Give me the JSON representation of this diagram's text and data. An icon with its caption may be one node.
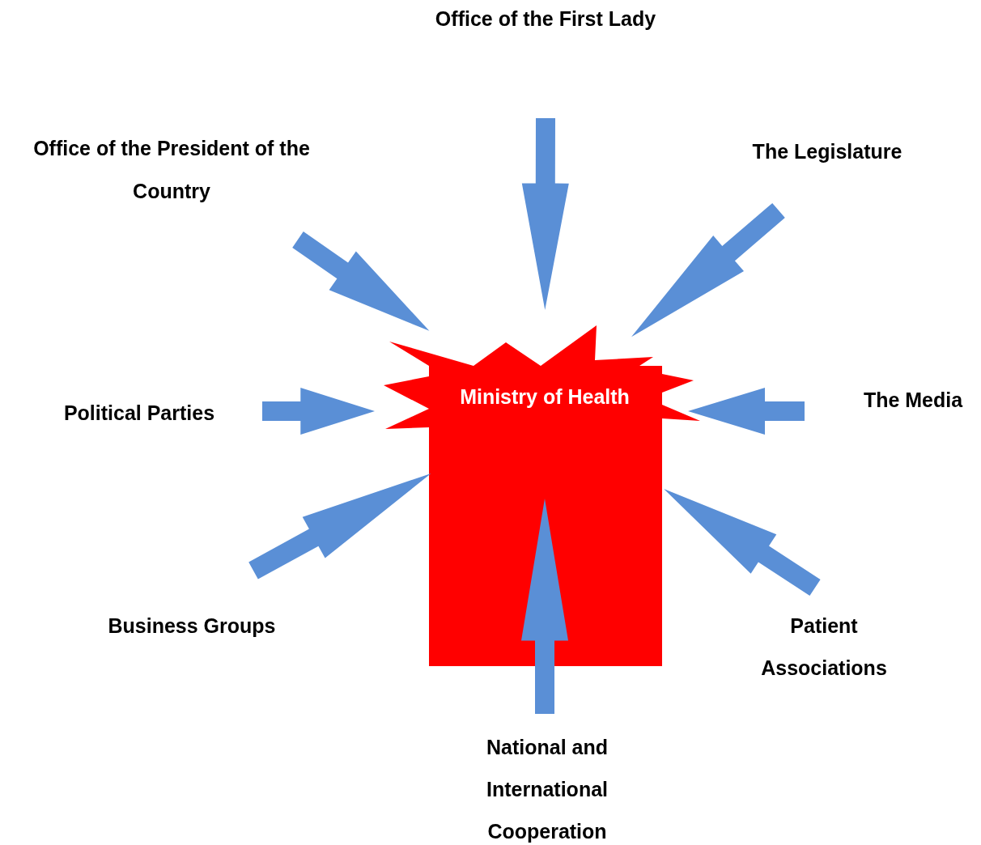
{
  "diagram": {
    "nodes": [
      {
        "text": [
          "Ministry of Health"
        ]
      },
      {
        "text": [
          "Office of the First Lady"
        ]
      },
      {
        "text": [
          "Office of the President of the Country"
        ]
      },
      {
        "text": [
          "The Legislature"
        ]
      },
      {
        "text": [
          "Political Parties"
        ]
      },
      {
        "text": [
          "The Media"
        ]
      },
      {
        "text": [
          "Business Groups"
        ]
      },
      {
        "text": [
          "Patient Associations"
        ]
      },
      {
        "text": [
          "National and International Cooperation"
        ]
      }
    ],
    "edges": [
      {
        "from": 1,
        "to": 0,
        "arrow": "to"
      },
      {
        "from": 2,
        "to": 0,
        "arrow": "to"
      },
      {
        "from": 3,
        "to": 0,
        "arrow": "to"
      },
      {
        "from": 4,
        "to": 0,
        "arrow": "to"
      },
      {
        "from": 5,
        "to": 0,
        "arrow": "to"
      },
      {
        "from": 6,
        "to": 0,
        "arrow": "to"
      },
      {
        "from": 7,
        "to": 0,
        "arrow": "to"
      },
      {
        "from": 8,
        "to": 0,
        "arrow": "to"
      }
    ]
  }
}
